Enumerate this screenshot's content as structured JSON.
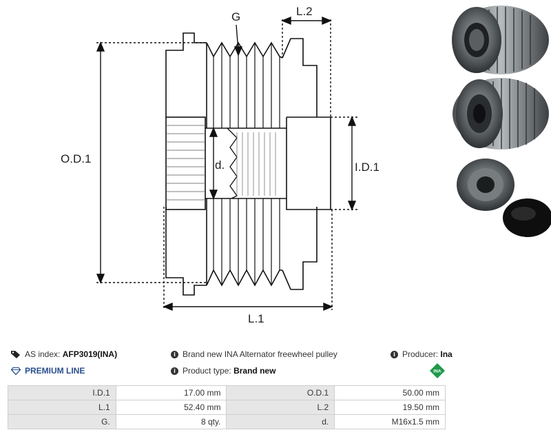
{
  "diagram": {
    "labels": {
      "g": "G",
      "l2": "L.2",
      "od1": "O.D.1",
      "d": "d.",
      "id1": "I.D.1",
      "l1": "L.1"
    }
  },
  "info": {
    "as_index_label": "AS index:",
    "as_index_value": "AFP3019(INA)",
    "description": "Brand new INA Alternator freewheel pulley",
    "producer_label": "Producer:",
    "producer_value": "Ina",
    "premium_line": "PREMIUM LINE",
    "product_type_label": "Product type:",
    "product_type_value": "Brand new",
    "logo_text": "INA"
  },
  "specs": [
    [
      {
        "label": "I.D.1",
        "value": "17.00 mm"
      },
      {
        "label": "O.D.1",
        "value": "50.00 mm"
      }
    ],
    [
      {
        "label": "L.1",
        "value": "52.40 mm"
      },
      {
        "label": "L.2",
        "value": "19.50 mm"
      }
    ],
    [
      {
        "label": "G.",
        "value": "8 qty."
      },
      {
        "label": "d.",
        "value": "M16x1.5 mm"
      }
    ]
  ],
  "colors": {
    "premium": "#2a4f8f",
    "logo_green": "#1e9a4a"
  },
  "icons": [
    "tag-icon",
    "info-icon",
    "diamond-icon",
    "ina-logo"
  ]
}
